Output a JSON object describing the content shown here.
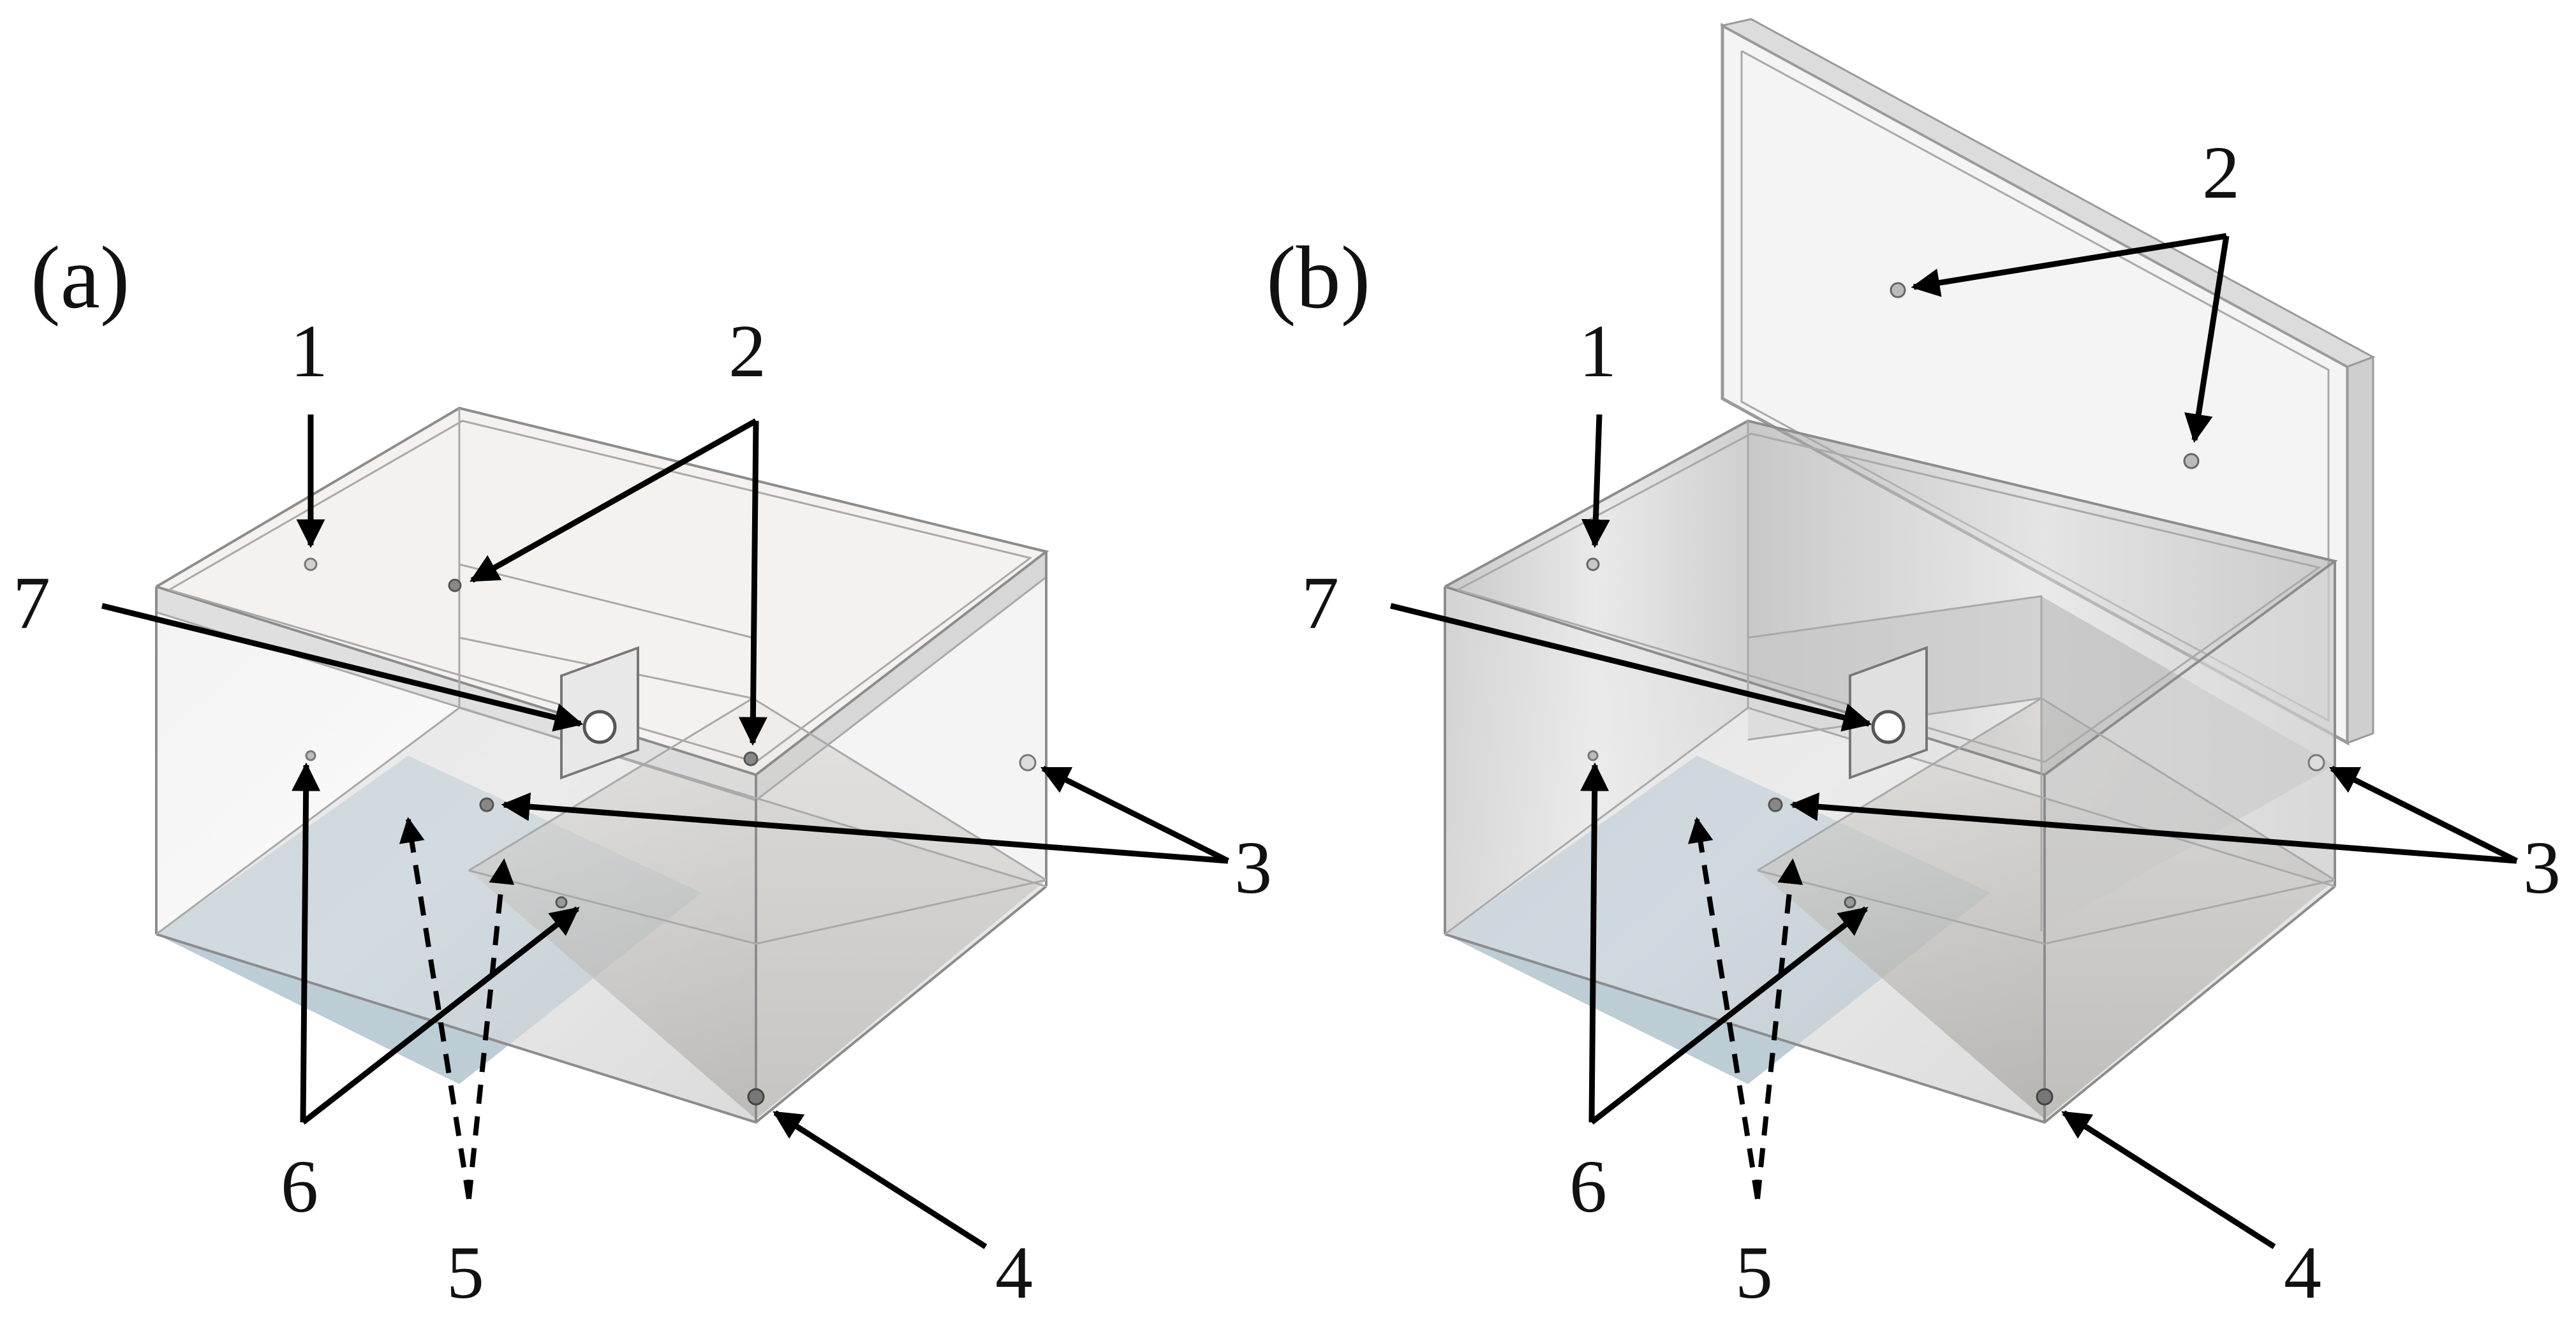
{
  "panels": [
    {
      "id": "a",
      "label": "(a)"
    },
    {
      "id": "b",
      "label": "(b)"
    }
  ],
  "callouts": {
    "n1": "1",
    "n2": "2",
    "n3": "3",
    "n4": "4",
    "n5": "5",
    "n6": "6",
    "n7": "7"
  },
  "colors": {
    "arrow": "#000000",
    "blue_plate": "#9fb5c2",
    "funnel": "#8f8a82",
    "frame_edge": "#a9a9a9"
  }
}
